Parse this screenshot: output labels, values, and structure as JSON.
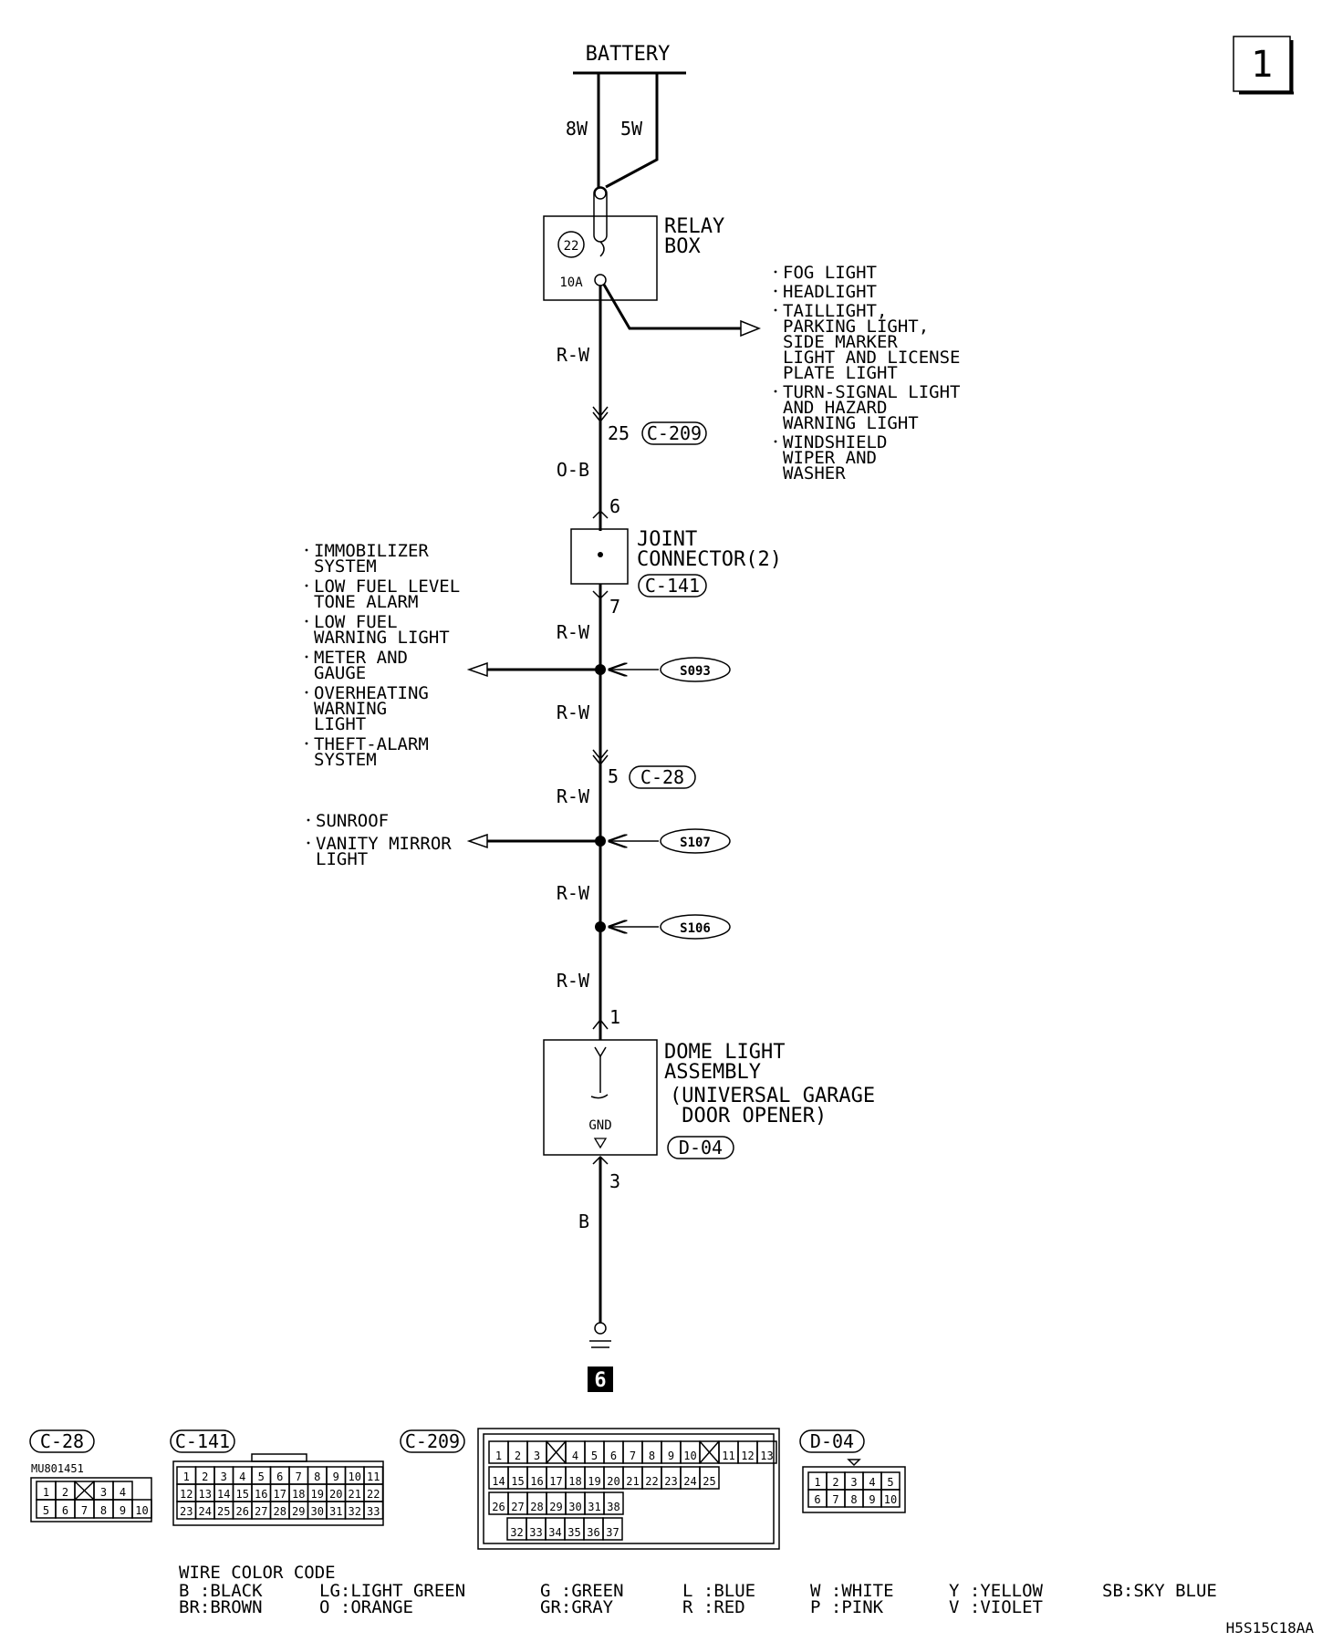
{
  "page_number": "1",
  "power": {
    "battery": "BATTERY",
    "wire_a": "8W",
    "wire_b": "5W",
    "relay_box": [
      "RELAY",
      "BOX"
    ],
    "fuse_number": "22",
    "fuse_rating": "10A"
  },
  "relay_outputs": [
    [
      "FOG LIGHT"
    ],
    [
      "HEADLIGHT"
    ],
    [
      "TAILLIGHT,",
      "PARKING LIGHT,",
      "SIDE MARKER",
      "LIGHT AND LICENSE",
      "PLATE LIGHT"
    ],
    [
      "TURN-SIGNAL LIGHT",
      "AND HAZARD",
      "WARNING LIGHT"
    ],
    [
      "WINDSHIELD",
      "WIPER AND",
      "WASHER"
    ]
  ],
  "wires": {
    "w1": "R-W",
    "w2": "O-B",
    "w3": "R-W",
    "w4": "R-W",
    "w5": "R-W",
    "w6": "R-W",
    "w7": "R-W",
    "w8": "B"
  },
  "connectors": {
    "c209_pin": "25",
    "c209_label": "C-209",
    "joint_in_pin": "6",
    "joint_name": [
      "JOINT",
      "CONNECTOR(2)"
    ],
    "joint_label": "C-141",
    "joint_out_pin": "7",
    "c28_pin": "5",
    "c28_label": "C-28",
    "dome_in_pin": "1",
    "dome_name": [
      "DOME LIGHT",
      "ASSEMBLY",
      "(UNIVERSAL GARAGE",
      " DOOR OPENER)"
    ],
    "dome_label": "D-04",
    "dome_gnd": "GND",
    "dome_out_pin": "3",
    "ground_number": "6"
  },
  "splices": {
    "s1": "S093",
    "s2": "S107",
    "s3": "S106"
  },
  "s093_outputs": [
    [
      "IMMOBILIZER",
      "SYSTEM"
    ],
    [
      "LOW FUEL LEVEL",
      "TONE ALARM"
    ],
    [
      "LOW FUEL",
      "WARNING LIGHT"
    ],
    [
      "METER AND",
      "GAUGE"
    ],
    [
      "OVERHEATING",
      "WARNING",
      "LIGHT"
    ],
    [
      "THEFT-ALARM",
      "SYSTEM"
    ]
  ],
  "s107_outputs": [
    [
      "SUNROOF"
    ],
    [
      "VANITY MIRROR",
      "LIGHT"
    ]
  ],
  "connector_views": {
    "c28": {
      "label": "C-28",
      "part": "MU801451",
      "row1": [
        "1",
        "2",
        "",
        "3",
        "4"
      ],
      "row2": [
        "5",
        "6",
        "7",
        "8",
        "9",
        "10"
      ]
    },
    "c141": {
      "label": "C-141",
      "row1": [
        "1",
        "2",
        "3",
        "4",
        "5",
        "6",
        "7",
        "8",
        "9",
        "10",
        "11"
      ],
      "row2": [
        "12",
        "13",
        "14",
        "15",
        "16",
        "17",
        "18",
        "19",
        "20",
        "21",
        "22"
      ],
      "row3": [
        "23",
        "24",
        "25",
        "26",
        "27",
        "28",
        "29",
        "30",
        "31",
        "32",
        "33"
      ]
    },
    "c209": {
      "label": "C-209",
      "row1": [
        "1",
        "2",
        "3",
        "",
        "4",
        "5",
        "6",
        "7",
        "8",
        "9",
        "10",
        "",
        "11",
        "12",
        "13"
      ],
      "row2a": [
        "14",
        "15",
        "16",
        "17",
        "18",
        "19",
        "20",
        "21",
        "22",
        "23",
        "24",
        "25"
      ],
      "row3": [
        "26",
        "27",
        "28",
        "29",
        "30",
        "31",
        "38"
      ],
      "row4": [
        "32",
        "33",
        "34",
        "35",
        "36",
        "37"
      ]
    },
    "d04": {
      "label": "D-04",
      "row1": [
        "1",
        "2",
        "3",
        "4",
        "5"
      ],
      "row2": [
        "6",
        "7",
        "8",
        "9",
        "10"
      ]
    }
  },
  "wire_color_code": {
    "title": "WIRE COLOR CODE",
    "row1": [
      "B :BLACK",
      "LG:LIGHT GREEN",
      "G :GREEN",
      "L :BLUE",
      "W :WHITE",
      "Y :YELLOW",
      "SB:SKY BLUE"
    ],
    "row2": [
      "BR:BROWN",
      "O :ORANGE",
      "GR:GRAY",
      "R :RED",
      "P :PINK",
      "V :VIOLET"
    ]
  },
  "figure_code": "H5S15C18AA"
}
